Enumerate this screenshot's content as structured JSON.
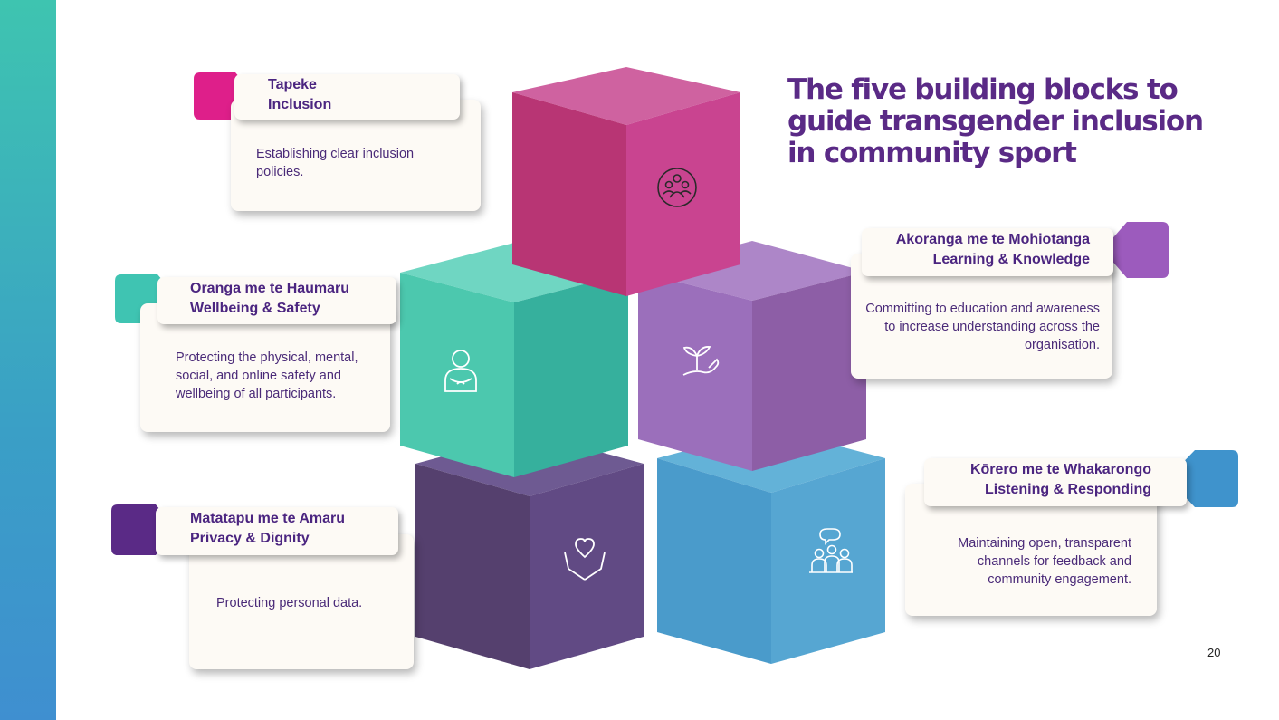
{
  "title": "The five building blocks to guide transgender inclusion in community sport",
  "page_number": "20",
  "colors": {
    "sidebar_top": "#3ec4b0",
    "sidebar_bottom": "#3f8fd0",
    "title": "#5a2a86",
    "pink": "#c9388a",
    "teal": "#3fbea6",
    "purple_light": "#9a6ab8",
    "purple_dark": "#5c4580",
    "blue": "#4b9ac8"
  },
  "blocks": [
    {
      "id": "inclusion",
      "icon": "community-circle-icon",
      "label_line1": "Tapeke",
      "label_line2": "Inclusion",
      "description": "Establishing clear inclusion policies.",
      "tag_color": "#de1f8a"
    },
    {
      "id": "wellbeing",
      "icon": "person-hug-icon",
      "label_line1": "Oranga me te Haumaru",
      "label_line2": "Wellbeing & Safety",
      "description": "Protecting the physical, mental, social, and online safety and wellbeing of all participants.",
      "tag_color": "#3fc4b2"
    },
    {
      "id": "learning",
      "icon": "hand-sprout-icon",
      "label_line1": "Akoranga me te Mohiotanga",
      "label_line2": "Learning & Knowledge",
      "description": "Committing to education and awareness to increase understanding across the organisation.",
      "tag_color": "#9c5bbd"
    },
    {
      "id": "privacy",
      "icon": "hands-heart-icon",
      "label_line1": "Matatapu me te Amaru",
      "label_line2": "Privacy & Dignity",
      "description": "Protecting personal data.",
      "tag_color": "#5a2a86"
    },
    {
      "id": "listening",
      "icon": "group-talk-icon",
      "label_line1": "Kōrero me te Whakarongo",
      "label_line2": "Listening & Responding",
      "description": "Maintaining open, transparent channels for feedback and community engagement.",
      "tag_color": "#3f93cc"
    }
  ]
}
